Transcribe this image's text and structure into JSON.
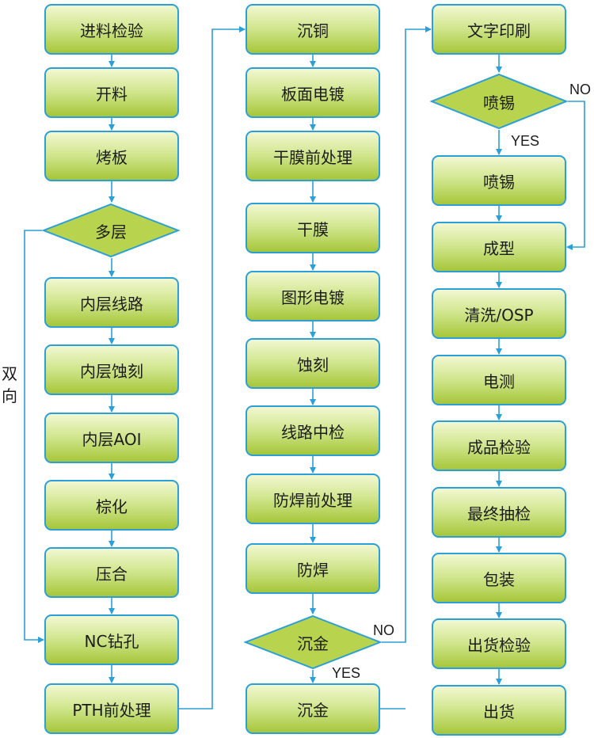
{
  "colors": {
    "accent": "#2b9fd8",
    "box_fill": "#b8d44e",
    "text": "#1c1c1c"
  },
  "flow": {
    "col1": [
      "进料检验",
      "开料",
      "烤板",
      "多层",
      "内层线路",
      "内层蚀刻",
      "内层AOI",
      "棕化",
      "压合",
      "NC钻孔",
      "PTH前处理"
    ],
    "col2": [
      "沉铜",
      "板面电镀",
      "干膜前处理",
      "干膜",
      "图形电镀",
      "蚀刻",
      "线路中检",
      "防焊前处理",
      "防焊",
      "沉金",
      "沉金"
    ],
    "col3": [
      "文字印刷",
      "喷锡",
      "喷锡",
      "成型",
      "清洗/OSP",
      "电测",
      "成品检验",
      "最终抽检",
      "包装",
      "出货检验",
      "出货"
    ]
  },
  "branch_labels": {
    "bidirectional_1": "双",
    "bidirectional_2": "向",
    "no_top": "NO",
    "yes_top": "YES",
    "no_bottom": "NO",
    "yes_bottom": "YES"
  }
}
